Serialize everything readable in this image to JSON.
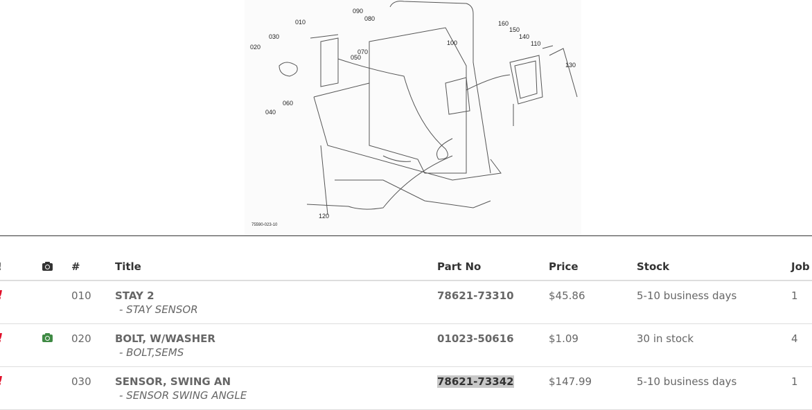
{
  "diagram": {
    "callouts": [
      "010",
      "020",
      "030",
      "040",
      "050",
      "060",
      "070",
      "080",
      "090",
      "100",
      "110",
      "120",
      "130",
      "140",
      "150",
      "160"
    ],
    "code": "75590-023-10"
  },
  "table": {
    "headers": {
      "alert": "!",
      "photo": "camera-icon",
      "num": "#",
      "title": "Title",
      "part_no": "Part No",
      "price": "Price",
      "stock": "Stock",
      "job": "Job"
    },
    "rows": [
      {
        "alert": "!",
        "has_photo": false,
        "num": "010",
        "title": "STAY 2",
        "subtitle": "- STAY SENSOR",
        "part_no": "78621-73310",
        "price": "$45.86",
        "stock": "5-10 business days",
        "job": "1"
      },
      {
        "alert": "!",
        "has_photo": true,
        "num": "020",
        "title": "BOLT, W/WASHER",
        "subtitle": "- BOLT,SEMS",
        "part_no": "01023-50616",
        "price": "$1.09",
        "stock": "30 in stock",
        "job": "4"
      },
      {
        "alert": "!",
        "has_photo": false,
        "num": "030",
        "title": "SENSOR, SWING AN",
        "subtitle": "- SENSOR SWING ANGLE",
        "part_no": "78621-73342",
        "price": "$147.99",
        "stock": "5-10 business days",
        "job": "1"
      }
    ]
  },
  "colors": {
    "alert": "#e0102a",
    "photo_available": "#3f8a44",
    "photo_header": "#333333"
  }
}
